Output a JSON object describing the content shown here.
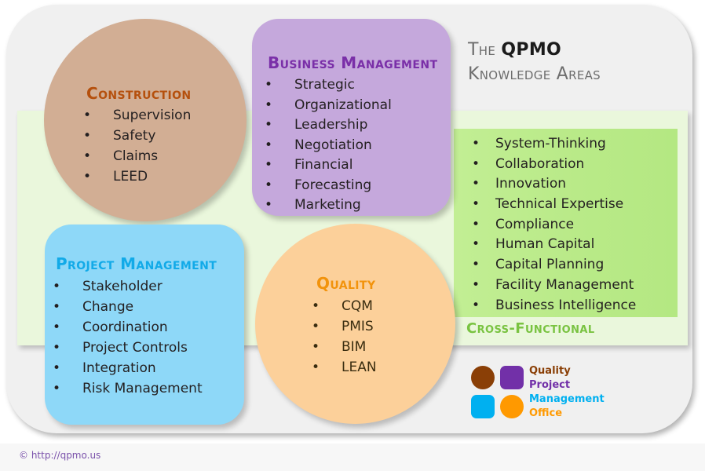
{
  "title": {
    "line1_prefix": "The ",
    "line1_bold": "QPMO",
    "line2": "Knowledge Areas"
  },
  "colors": {
    "frame": "#f0f0f0",
    "cross_band": "#eaf7dc",
    "cross_block": "#bdec8c",
    "construction": "#d2ae94",
    "construction_heading": "#b5500d",
    "business": "#c5a8dc",
    "business_heading": "#7a2fa8",
    "project": "#8ed8f8",
    "project_heading": "#12aae8",
    "quality": "#fcd09a",
    "quality_heading": "#f2930c",
    "cross_heading": "#79c341",
    "footer_text": "#7b52ab"
  },
  "panels": {
    "construction": {
      "heading": "Construction",
      "items": [
        "Supervision",
        "Safety",
        "Claims",
        "LEED"
      ]
    },
    "business": {
      "heading": "Business Management",
      "items": [
        "Strategic",
        "Organizational",
        "Leadership",
        "Negotiation",
        "Financial",
        "Forecasting",
        "Marketing"
      ]
    },
    "project": {
      "heading": "Project Management",
      "items": [
        "Stakeholder",
        "Change",
        "Coordination",
        "Project Controls",
        "Integration",
        "Risk Management"
      ]
    },
    "quality": {
      "heading": "Quality",
      "items": [
        "CQM",
        "PMIS",
        "BIM",
        "LEAN"
      ]
    },
    "cross_functional": {
      "heading": "Cross-Functional",
      "items": [
        "System-Thinking",
        "Collaboration",
        "Innovation",
        "Technical Expertise",
        "Compliance",
        "Human Capital",
        "Capital Planning",
        "Facility Management",
        "Business Intelligence"
      ]
    }
  },
  "logo": {
    "words": [
      "Quality",
      "Project",
      "Management",
      "Office"
    ]
  },
  "footer": {
    "copyright": "© http://qpmo.us"
  }
}
